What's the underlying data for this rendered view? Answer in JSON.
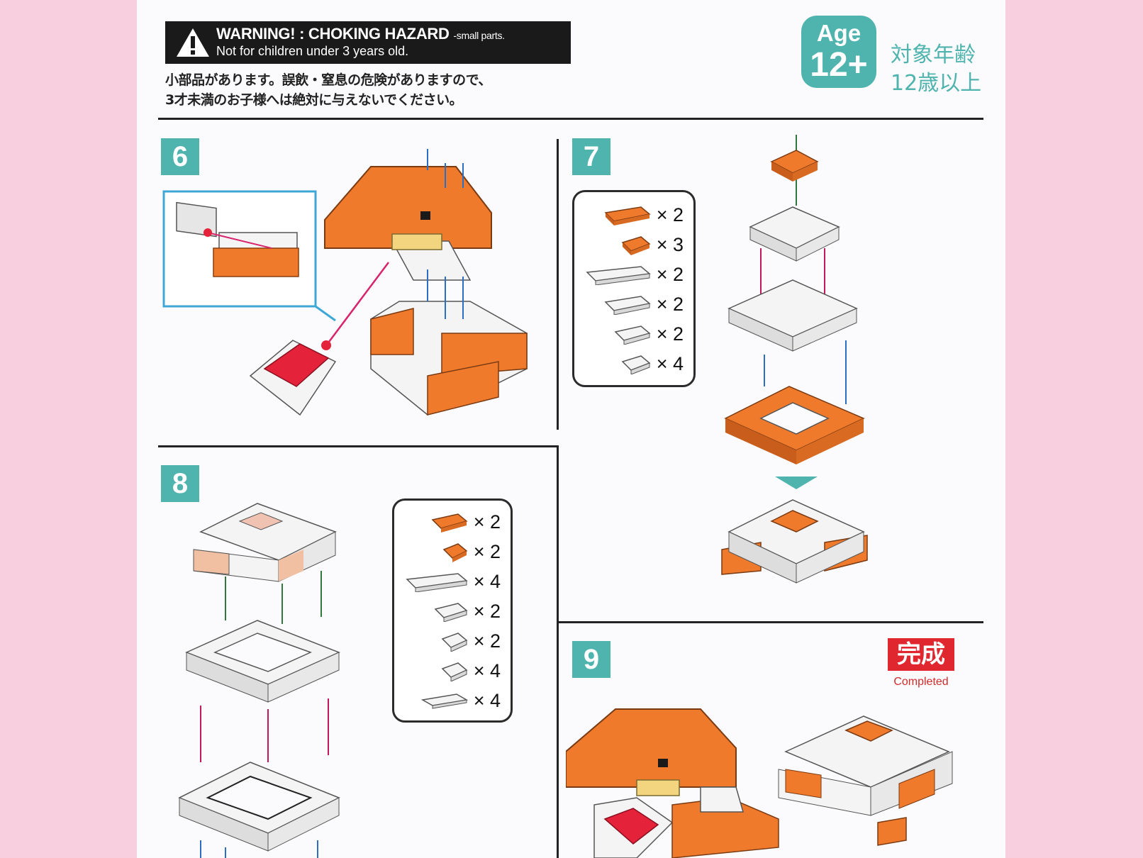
{
  "warning": {
    "title": "WARNING! : CHOKING HAZARD",
    "title_small": "-small parts.",
    "subtitle": "Not for children under 3 years old.",
    "jp_line1": "小部品があります。誤飲・窒息の危険がありますので、",
    "jp_line2": "3才未満のお子様へは絶対に与えないでください。"
  },
  "age": {
    "label": "Age",
    "value": "12+",
    "jp_line1": "対象年齢",
    "jp_line2": "12歳以上"
  },
  "steps": {
    "s6": "6",
    "s7": "7",
    "s8": "8",
    "s9": "9"
  },
  "parts7": [
    "× 2",
    "× 3",
    "× 2",
    "× 2",
    "× 2",
    "× 4"
  ],
  "parts8": [
    "× 2",
    "× 2",
    "× 4",
    "× 2",
    "× 2",
    "× 4",
    "× 4"
  ],
  "completed": {
    "jp": "完成",
    "en": "Completed"
  },
  "colors": {
    "accent_teal": "#4fb3ae",
    "brick_orange": "#f07a2c",
    "brick_white": "#f4f4f4",
    "brick_red": "#e4223a",
    "brick_yellow": "#f2d57e",
    "completed_red": "#e0262e",
    "background_pink": "#f7cfdf"
  }
}
